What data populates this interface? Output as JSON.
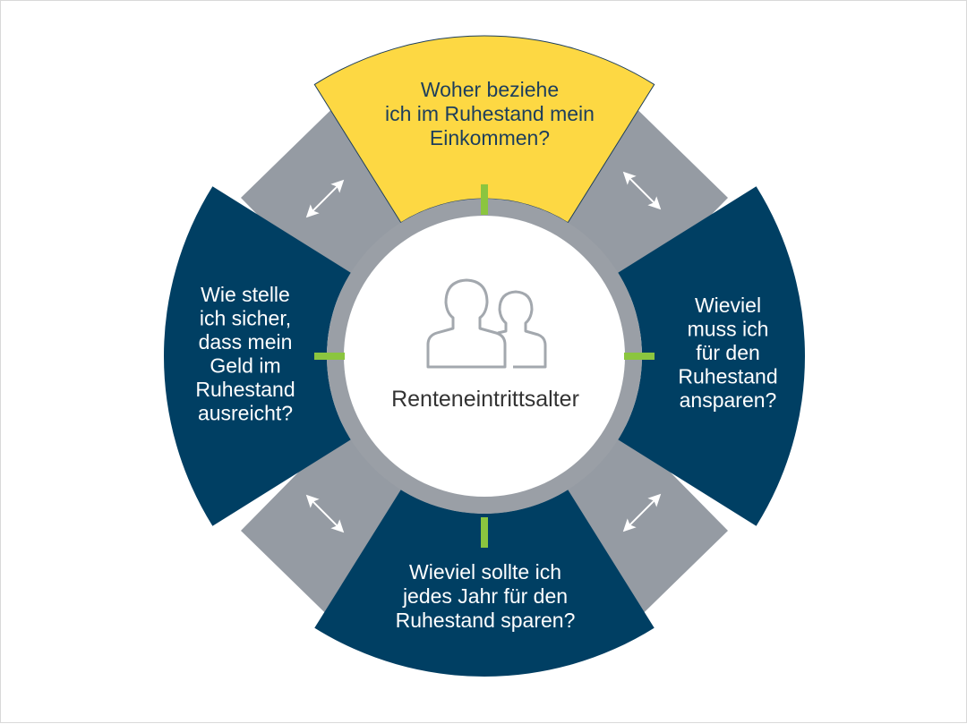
{
  "center": {
    "label": "Renteneintrittsalter",
    "icon": "people-icon"
  },
  "segments": {
    "top": {
      "lines": [
        "Woher beziehe",
        "ich im Ruhestand mein",
        "Einkommen?"
      ],
      "color": "#fdd843",
      "text_color": "#1d3e5c"
    },
    "right": {
      "lines": [
        "Wieviel",
        "muss ich",
        "für den",
        "Ruhestand",
        "ansparen?"
      ],
      "color": "#003f63",
      "text_color": "#ffffff"
    },
    "bottom": {
      "lines": [
        "Wieviel sollte ich",
        "jedes Jahr für den",
        "Ruhestand sparen?"
      ],
      "color": "#003f63",
      "text_color": "#ffffff"
    },
    "left": {
      "lines": [
        "Wie stelle",
        "ich sicher,",
        "dass mein",
        "Geld im",
        "Ruhestand",
        "ausreicht?"
      ],
      "color": "#003f63",
      "text_color": "#ffffff"
    }
  },
  "colors": {
    "connector": "#959ba3",
    "ring": "#9a9fa6",
    "tick": "#8bc53f",
    "arrow": "#ffffff",
    "center_fill": "#ffffff",
    "icon": "#a3a8ae"
  }
}
